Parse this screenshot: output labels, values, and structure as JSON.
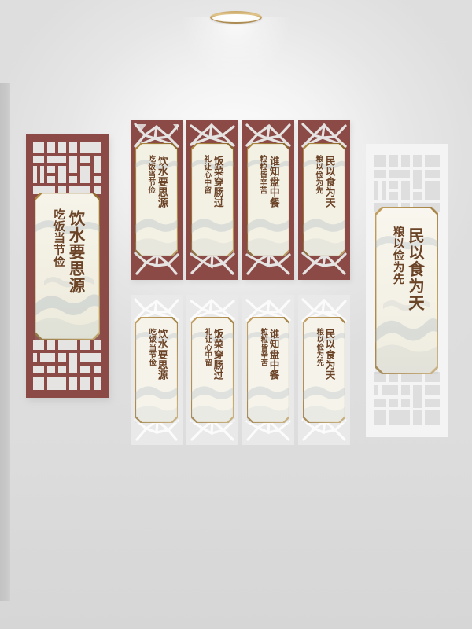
{
  "scene": {
    "background_color": "#dddddd",
    "wall_corner_color": "#c6c6c6",
    "lamp": {
      "name": "ceiling-ring-light",
      "ring_color": "#c9a96a",
      "lens_color": "#ffffff"
    }
  },
  "palette": {
    "maroon": "#8c4a47",
    "maroon_dark": "#7a3f3d",
    "gold": "#9b7233",
    "gold_light": "#c9a558",
    "paper": "#f4f1e6",
    "paper_edge": "#e9e5d6",
    "text_brown": "#6b4326",
    "lattice_light": "#e4e4e4",
    "lattice_light_bar": "#f2f2f2"
  },
  "panels": [
    {
      "id": "left-feature-panel",
      "name": "wall-panel-left-large",
      "style": "maroon",
      "lattice": "square-grid",
      "lines": {
        "primary": "饮水要思源",
        "secondary": "吃饭当节俭"
      }
    },
    {
      "id": "top-panel-1",
      "name": "wall-panel-top-1",
      "style": "maroon",
      "lattice": "ice-crack",
      "lines": {
        "primary": "饮水要思源",
        "secondary": "吃饭当节俭"
      }
    },
    {
      "id": "top-panel-2",
      "name": "wall-panel-top-2",
      "style": "maroon",
      "lattice": "ice-crack",
      "lines": {
        "primary": "饭菜穿肠过",
        "secondary": "礼让心中留"
      }
    },
    {
      "id": "top-panel-3",
      "name": "wall-panel-top-3",
      "style": "maroon",
      "lattice": "ice-crack",
      "lines": {
        "primary": "谁知盘中餐",
        "secondary": "粒粒皆辛苦"
      }
    },
    {
      "id": "top-panel-4",
      "name": "wall-panel-top-4",
      "style": "maroon",
      "lattice": "ice-crack",
      "lines": {
        "primary": "民以食为天",
        "secondary": "粮以俭为先"
      }
    },
    {
      "id": "bottom-panel-1",
      "name": "wall-panel-bottom-1",
      "style": "light",
      "lattice": "ice-crack",
      "lines": {
        "primary": "饮水要思源",
        "secondary": "吃饭当节俭"
      }
    },
    {
      "id": "bottom-panel-2",
      "name": "wall-panel-bottom-2",
      "style": "light",
      "lattice": "ice-crack",
      "lines": {
        "primary": "饭菜穿肠过",
        "secondary": "礼让心中留"
      }
    },
    {
      "id": "bottom-panel-3",
      "name": "wall-panel-bottom-3",
      "style": "light",
      "lattice": "ice-crack",
      "lines": {
        "primary": "谁知盘中餐",
        "secondary": "粒粒皆辛苦"
      }
    },
    {
      "id": "bottom-panel-4",
      "name": "wall-panel-bottom-4",
      "style": "light",
      "lattice": "ice-crack",
      "lines": {
        "primary": "民以食为天",
        "secondary": "粮以俭为先"
      }
    },
    {
      "id": "right-feature-panel",
      "name": "wall-panel-right-large",
      "style": "light",
      "lattice": "square-grid",
      "lines": {
        "primary": "民以食为天",
        "secondary": "粮以俭为先"
      }
    }
  ]
}
